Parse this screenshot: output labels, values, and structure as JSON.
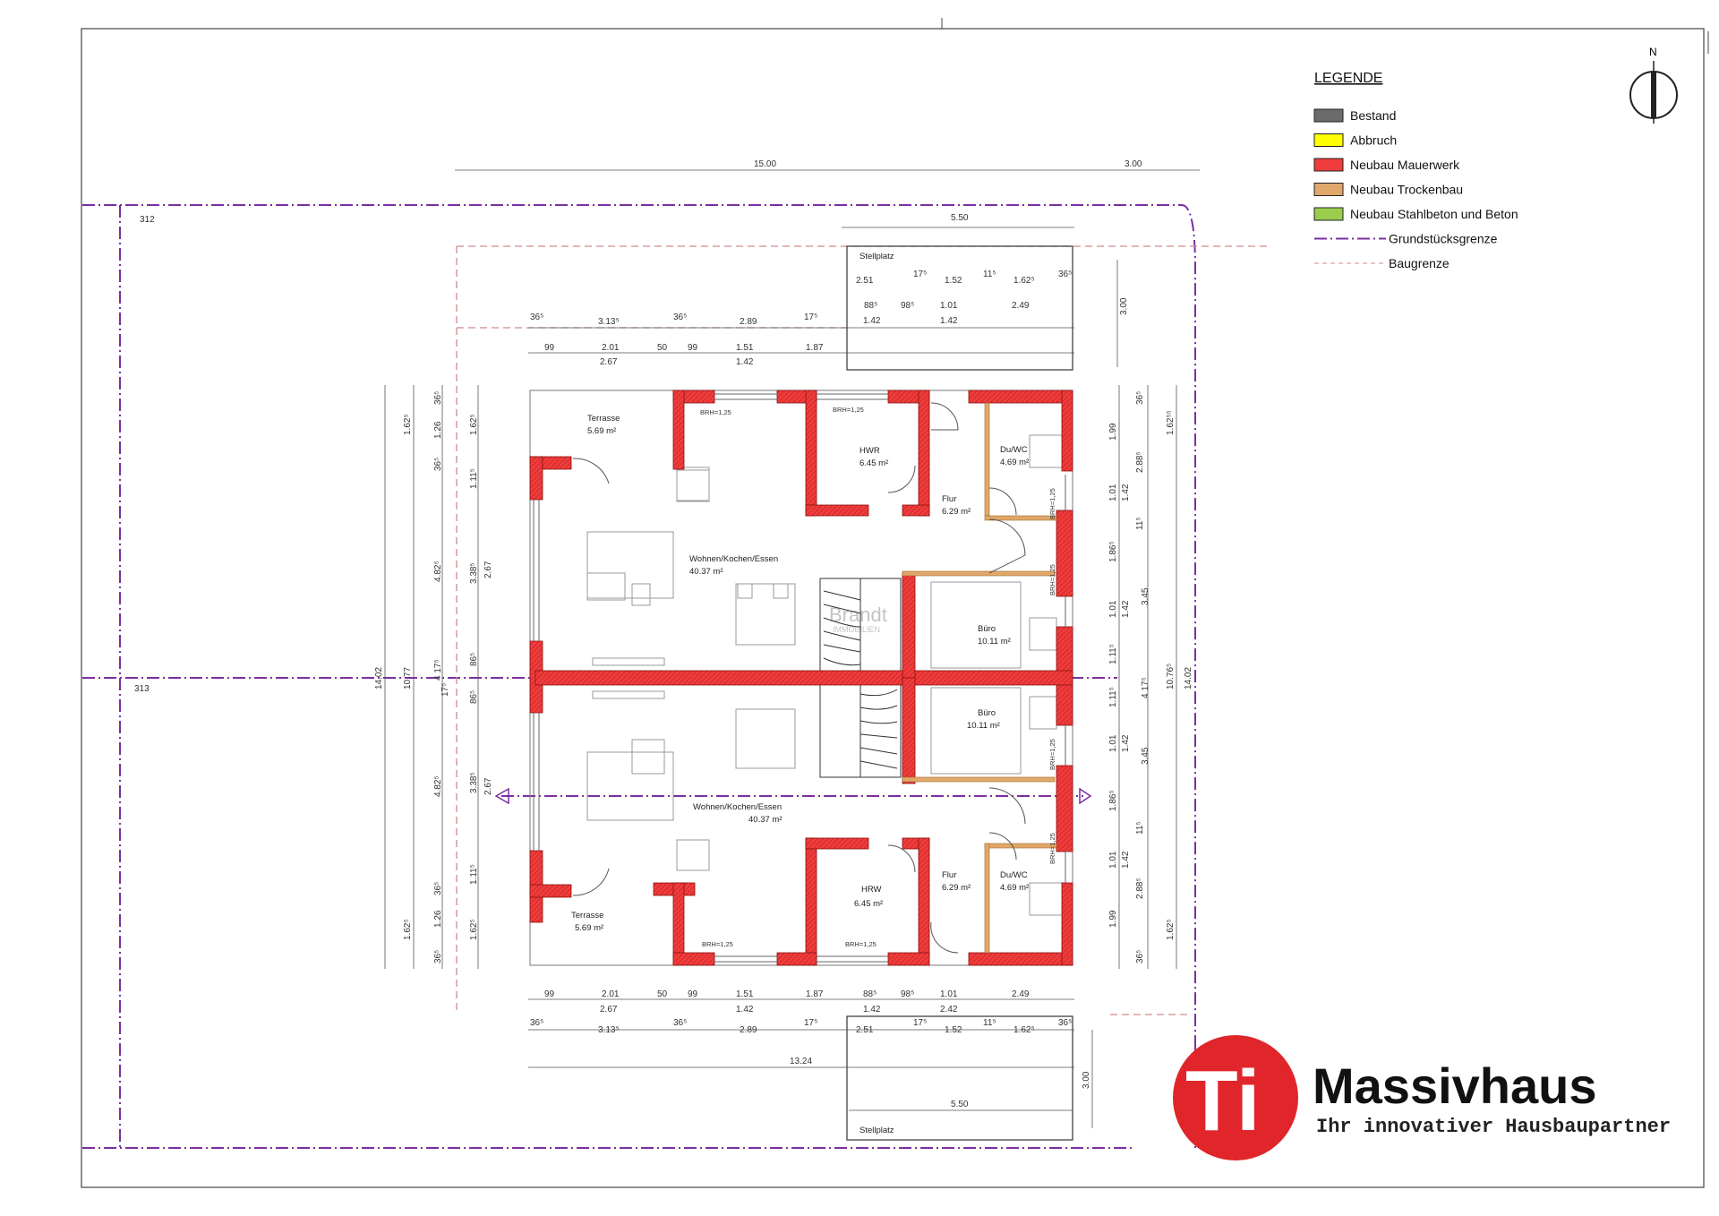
{
  "legend": {
    "title": "LEGENDE",
    "items": [
      {
        "label": "Bestand",
        "color": "#6b6b6b",
        "kind": "fill"
      },
      {
        "label": "Abbruch",
        "color": "#ffff00",
        "kind": "fill"
      },
      {
        "label": "Neubau Mauerwerk",
        "color": "#f03c3c",
        "kind": "fill"
      },
      {
        "label": "Neubau Trockenbau",
        "color": "#e0a86a",
        "kind": "fill"
      },
      {
        "label": "Neubau Stahlbeton und Beton",
        "color": "#9acd4c",
        "kind": "fill"
      },
      {
        "label": "Grundstücksgrenze",
        "color": "#7a2fa0",
        "kind": "line-dashdot"
      },
      {
        "label": "Baugrenze",
        "color": "#d08a8a",
        "kind": "line-dashed"
      }
    ]
  },
  "north": {
    "label": "N"
  },
  "parcels": {
    "upper": "312",
    "lower": "313"
  },
  "colors": {
    "wall": "#f03c3c",
    "drywall": "#e0a86a",
    "boundary": "#7a2fa0",
    "buildline": "#d08a8a",
    "brand_red": "#e0262b"
  },
  "rooms_upper": {
    "terrasse": {
      "name": "Terrasse",
      "area": "5.69 m²"
    },
    "hwr": {
      "name": "HWR",
      "area": "6.45 m²"
    },
    "duwc": {
      "name": "Du/WC",
      "area": "4.69 m²"
    },
    "flur": {
      "name": "Flur",
      "area": "6.29 m²"
    },
    "wohnen": {
      "name": "Wohnen/Kochen/Essen",
      "area": "40.37 m²"
    },
    "buero": {
      "name": "Büro",
      "area": "10.11 m²"
    }
  },
  "rooms_lower": {
    "terrasse": {
      "name": "Terrasse",
      "area": "5.69 m²"
    },
    "hwr": {
      "name": "HRW",
      "area": "6.45 m²"
    },
    "duwc": {
      "name": "Du/WC",
      "area": "4.69 m²"
    },
    "flur": {
      "name": "Flur",
      "area": "6.29 m²"
    },
    "wohnen": {
      "name": "Wohnen/Kochen/Essen",
      "area": "40.37 m²"
    },
    "buero": {
      "name": "Büro",
      "area": "10.11 m²"
    }
  },
  "parking": {
    "label_top": "Stellplatz",
    "label_bottom": "Stellplatz",
    "width": "5.50",
    "depth": "3.00"
  },
  "brh": "BRH=1,25",
  "dims": {
    "top_overall": [
      "15.00",
      "3.00"
    ],
    "top_row1": [
      "36⁵",
      "3.13⁵",
      "36⁵",
      "2.89",
      "17⁵"
    ],
    "top_row2": [
      "99",
      "2.01",
      "50",
      "99",
      "1.51",
      "1.87"
    ],
    "top_row3": [
      "2.67",
      "1.42"
    ],
    "park_top_a": [
      "2.51",
      "17⁵",
      "1.52",
      "11⁵",
      "1.62⁵",
      "36⁵"
    ],
    "park_top_b": [
      "88⁵",
      "98⁵",
      "1.01",
      "2.49"
    ],
    "park_top_c": [
      "1.42",
      "1.42"
    ],
    "bottom_row1": [
      "99",
      "2.01",
      "50",
      "99",
      "1.51",
      "1.87",
      "88⁵",
      "98⁵",
      "1.01",
      "2.49"
    ],
    "bottom_row2": [
      "2.67",
      "1.42",
      "1.42",
      "2.42"
    ],
    "bottom_row3": [
      "36⁵",
      "3.13⁵",
      "36⁵",
      "2.89",
      "17⁵",
      "2.51",
      "17⁵",
      "1.52",
      "11⁵",
      "1.62⁵",
      "36⁵"
    ],
    "bottom_overall": "13.24",
    "left_outer": "14.02",
    "left_second": "10.77",
    "left_col_a": [
      "1.62⁵",
      "4.82⁵",
      "4 17⁵",
      "4.82⁵",
      "1.62⁵"
    ],
    "left_col_b": [
      "36⁵",
      "1.26",
      "36⁵",
      "17⁵",
      "36⁵",
      "1.26",
      "36⁵"
    ],
    "left_col_c": [
      "1.62⁵",
      "1.11⁵",
      "3.38⁵",
      "86⁵",
      "86⁵",
      "3.38⁵",
      "1.11⁵",
      "1.62⁵"
    ],
    "left_col_d": [
      "2.67",
      "2.67"
    ],
    "right_col_a": [
      "1.99",
      "1.01",
      "1.42",
      "1.86⁵",
      "1.01",
      "1.42",
      "1.11⁵",
      "1.11⁵",
      "1.01",
      "1.42",
      "1.86⁵",
      "1.01",
      "1.42",
      "1.99"
    ],
    "right_col_b": [
      "36⁵",
      "2.88⁵",
      "11⁵",
      "3.45",
      "4 17⁵",
      "3.45",
      "11⁵",
      "2.88⁵",
      "36⁵"
    ],
    "right_col_c": [
      "1.62⁵⁵",
      "10.76⁵",
      "1.62⁵"
    ],
    "right_outer": "14.02"
  },
  "watermark": {
    "line1": "Brandt",
    "line2": "IMMOBILIEN"
  },
  "logo": {
    "mark": "Ti",
    "name": "Massivhaus",
    "tagline": "Ihr innovativer Hausbaupartner"
  }
}
